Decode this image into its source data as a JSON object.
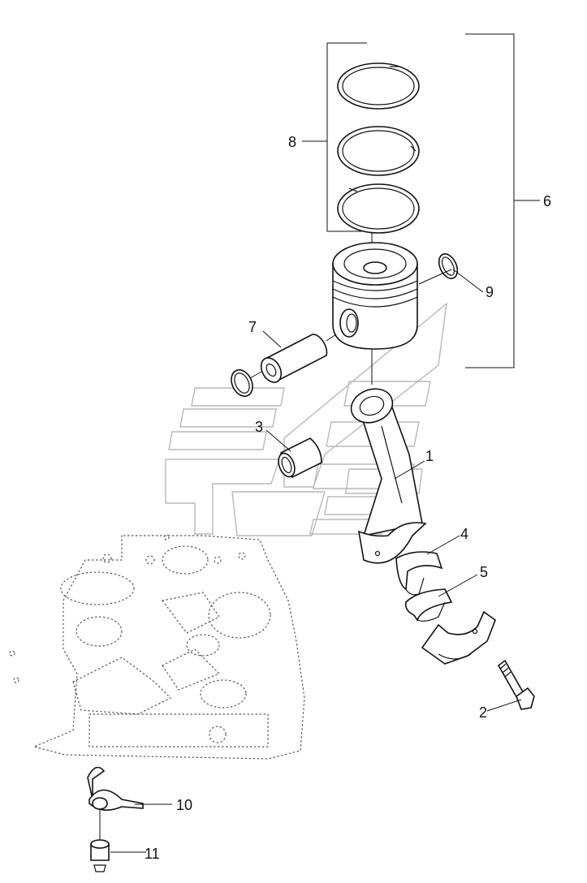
{
  "callouts": {
    "c1": "1",
    "c2": "2",
    "c3": "3",
    "c4": "4",
    "c5": "5",
    "c6": "6",
    "c7": "7",
    "c8": "8",
    "c9": "9",
    "c10": "10",
    "c11": "11"
  },
  "colors": {
    "line": "#111111",
    "watermark": "#b8b8b8",
    "ghost_outline": "#555555",
    "background": "#ffffff"
  }
}
